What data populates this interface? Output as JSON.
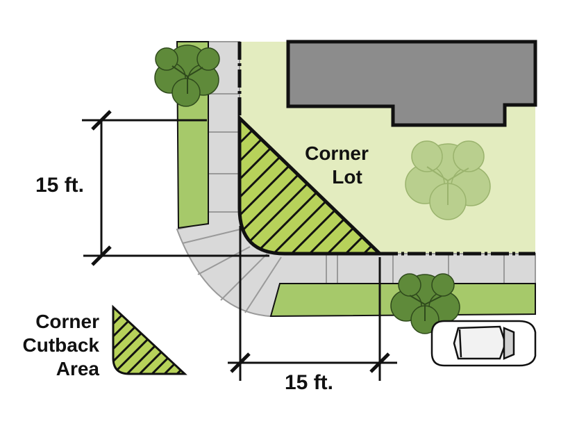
{
  "labels": {
    "lot_line1": "Corner",
    "lot_line2": "Lot",
    "legend_line1": "Corner",
    "legend_line2": "Cutback",
    "legend_line3": "Area",
    "dim_vertical": "15 ft.",
    "dim_horizontal": "15 ft."
  },
  "colors": {
    "lot_fill": "#e3ecbf",
    "cutback_fill": "#b7d25a",
    "planting_strip": "#a6c96a",
    "sidewalk": "#d9d9d9",
    "sidewalk_joint": "#9a9a9a",
    "building": "#8c8c8c",
    "outline": "#111111",
    "tree_dark": "#5f8a3a",
    "tree_faded": "#b9cf8e"
  },
  "icons": [
    "tree-icon",
    "car-icon"
  ]
}
